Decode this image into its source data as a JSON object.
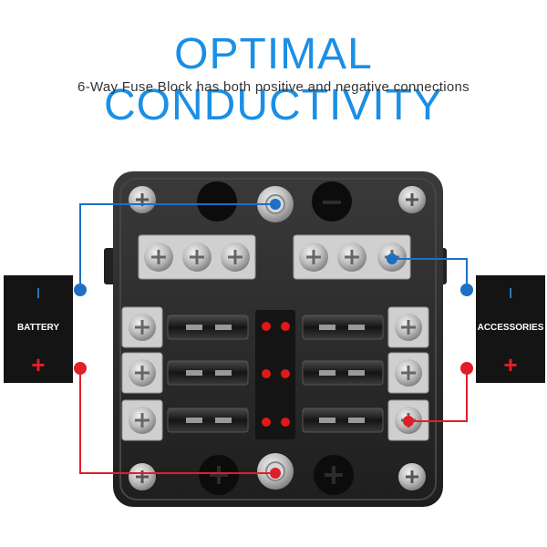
{
  "heading": {
    "title": "OPTIMAL CONDUCTIVITY",
    "subtitle": "6-Way Fuse Block has both positive and negative connections"
  },
  "battery": {
    "label": "BATTERY",
    "negative_symbol": "ı",
    "positive_symbol": "+"
  },
  "accessories": {
    "label": "ACCESSORIES",
    "negative_symbol": "ı",
    "positive_symbol": "+"
  },
  "fuse_block": {
    "fuse_count": 6,
    "led_indicators_lit": 6
  },
  "colors": {
    "title_blue": "#1a8fe6",
    "negative_wire": "#1f6fc4",
    "positive_wire": "#e01e2a",
    "block_body": "#2b2b2b",
    "led_red": "#e01818"
  },
  "icons": [
    "battery-box",
    "accessories-box",
    "fuse-block",
    "screw-terminal",
    "blade-fuse",
    "led-indicator",
    "wire-negative",
    "wire-positive"
  ]
}
